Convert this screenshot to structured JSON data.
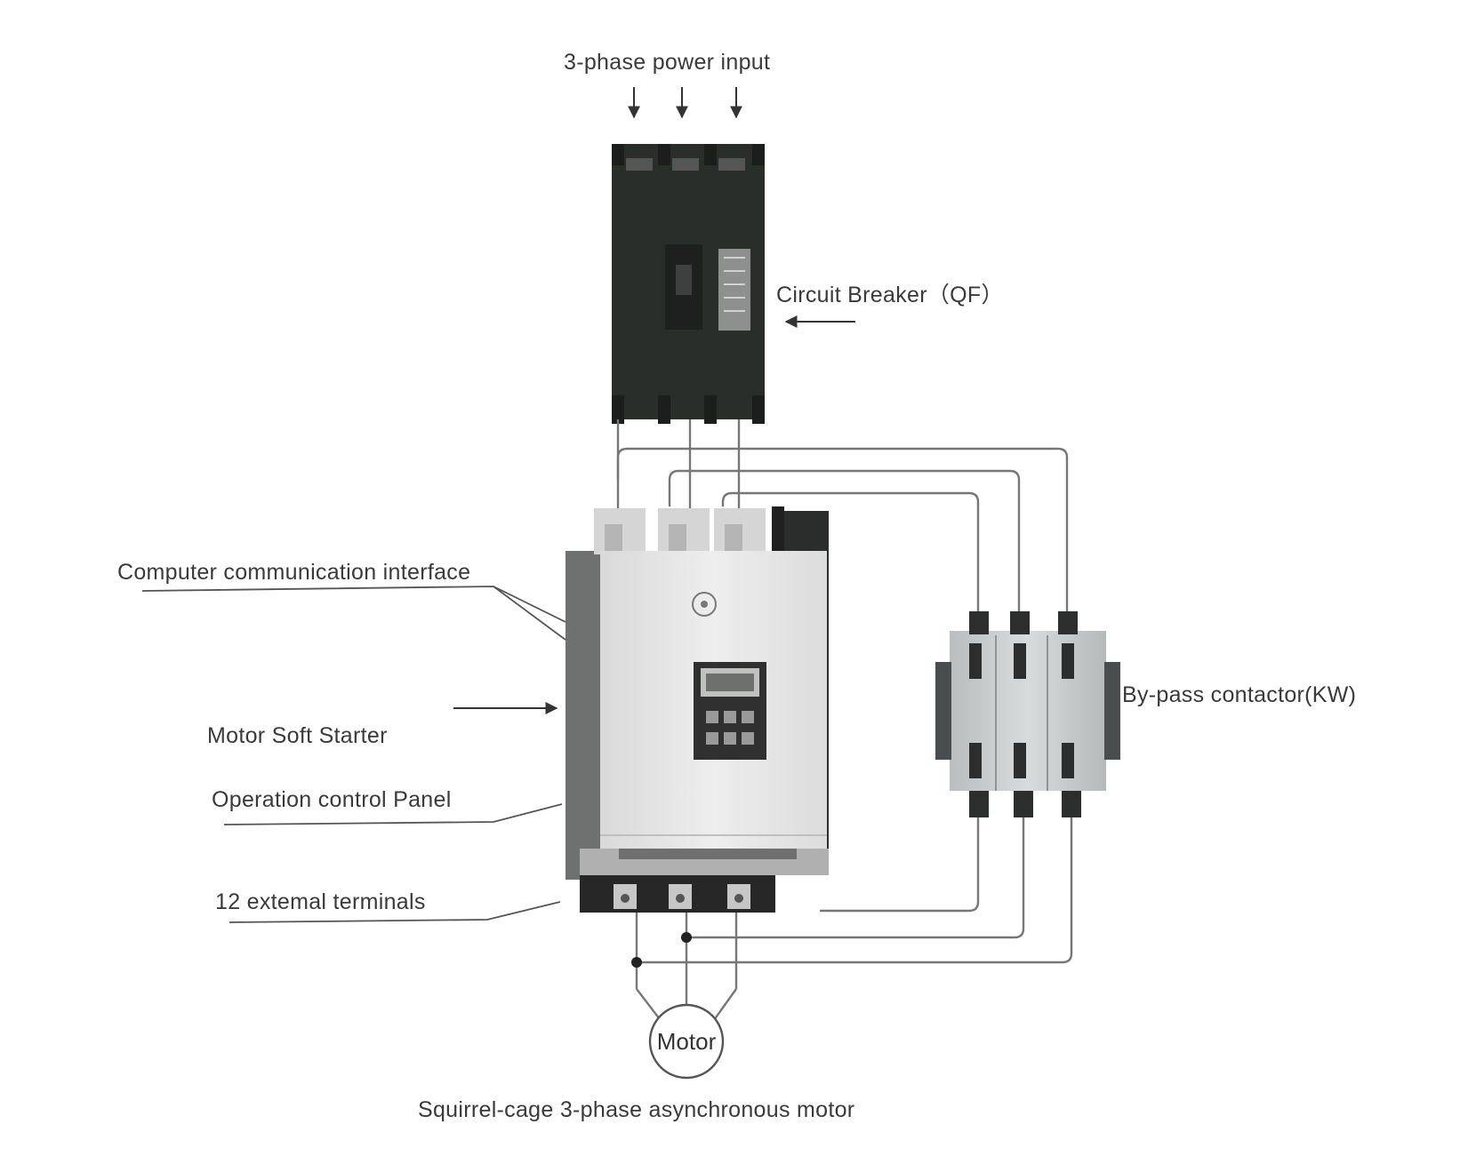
{
  "labels": {
    "power_input": "3-phase power input",
    "circuit_breaker": "Circuit Breaker（QF）",
    "comm_interface": "Computer communication interface",
    "soft_starter": "Motor Soft Starter",
    "control_panel": "Operation control Panel",
    "terminals": "12 extemal terminals",
    "bypass": "By-pass contactor(KW)",
    "motor": "Motor",
    "motor_caption": "Squirrel-cage 3-phase asynchronous motor"
  },
  "colors": {
    "breaker_body": "#2a2e2b",
    "starter_body": "#e6e6e6",
    "contactor_body": "#c9cccc",
    "wire": "#777777",
    "text": "#3a3a3a"
  }
}
